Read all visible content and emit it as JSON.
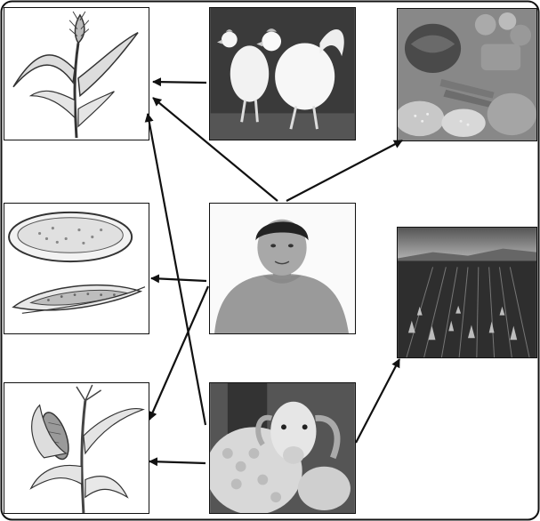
{
  "diagram": {
    "nodes": [
      {
        "id": "wheat",
        "depicts": "wheat-plant"
      },
      {
        "id": "chicken",
        "depicts": "chickens"
      },
      {
        "id": "food",
        "depicts": "vegetables-and-grains"
      },
      {
        "id": "rice",
        "depicts": "bowl-of-grain"
      },
      {
        "id": "boy",
        "depicts": "boy"
      },
      {
        "id": "field",
        "depicts": "crop-field"
      },
      {
        "id": "maize",
        "depicts": "maize-plant"
      },
      {
        "id": "sheep",
        "depicts": "sheep"
      }
    ],
    "edges": [
      {
        "from": "chicken",
        "to": "wheat"
      },
      {
        "from": "boy",
        "to": "wheat"
      },
      {
        "from": "boy",
        "to": "food"
      },
      {
        "from": "boy",
        "to": "rice"
      },
      {
        "from": "boy",
        "to": "maize"
      },
      {
        "from": "sheep",
        "to": "wheat"
      },
      {
        "from": "sheep",
        "to": "maize"
      },
      {
        "from": "sheep",
        "to": "field"
      }
    ],
    "colors": {
      "line": "#111111",
      "frame": "#111111",
      "background": "#ffffff"
    }
  }
}
